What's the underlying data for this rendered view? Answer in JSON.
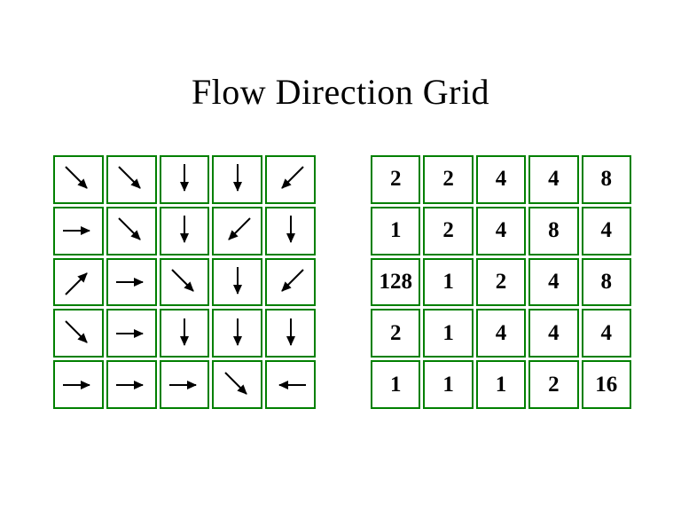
{
  "title": "Flow Direction Grid",
  "colors": {
    "background": "#ffffff",
    "grid_border": "#008000",
    "arrow": "#000000",
    "text": "#000000"
  },
  "flow_grid": {
    "label": "flow-direction-arrows",
    "rows": 5,
    "cols": 5,
    "arrows": [
      [
        "SE",
        "SE",
        "S",
        "S",
        "SW"
      ],
      [
        "E",
        "SE",
        "S",
        "SW",
        "S"
      ],
      [
        "NE",
        "E",
        "SE",
        "S",
        "SW"
      ],
      [
        "SE",
        "E",
        "S",
        "S",
        "S"
      ],
      [
        "E",
        "E",
        "E",
        "SE",
        "W"
      ]
    ]
  },
  "code_grid": {
    "label": "flow-direction-codes",
    "rows": 5,
    "cols": 5,
    "values": [
      [
        "2",
        "2",
        "4",
        "4",
        "8"
      ],
      [
        "1",
        "2",
        "4",
        "8",
        "4"
      ],
      [
        "128",
        "1",
        "2",
        "4",
        "8"
      ],
      [
        "2",
        "1",
        "4",
        "4",
        "4"
      ],
      [
        "1",
        "1",
        "1",
        "2",
        "16"
      ]
    ]
  }
}
